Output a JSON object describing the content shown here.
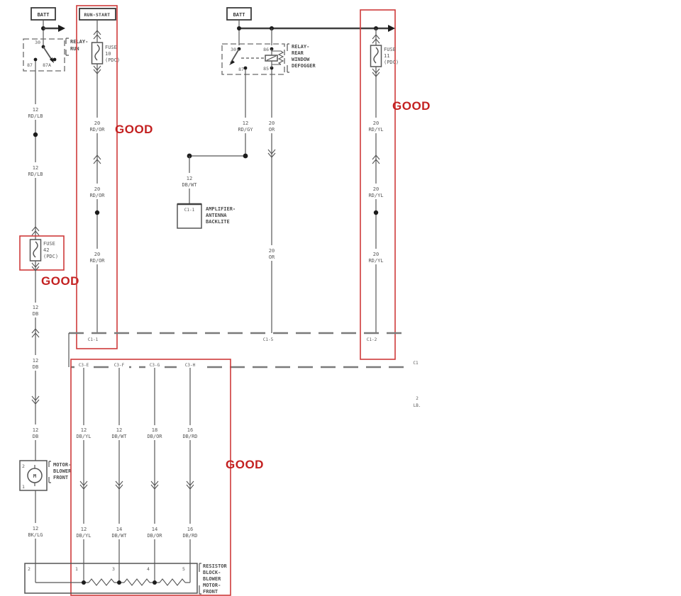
{
  "colors": {
    "annotation_red": "#c32020",
    "wire_gray": "#565656",
    "dashed_gray": "#7a7a7a"
  },
  "annotations": {
    "good": "GOOD"
  },
  "boxes": {
    "batt_left": "BATT",
    "batt_mid": "BATT",
    "run_start": "RUN-START"
  },
  "relay_run": {
    "name_l1": "RELAY-",
    "name_l2": "RUN",
    "t30": "30",
    "t87": "87",
    "t87a": "87A"
  },
  "relay_defog": {
    "name_l1": "RELAY-",
    "name_l2": "REAR",
    "name_l3": "WINDOW",
    "name_l4": "DEFOGGER",
    "t30": "30",
    "t86": "86",
    "t87": "87",
    "t85": "85"
  },
  "fuse_run_start": {
    "l1": "FUSE",
    "l2": "10",
    "l3": "(PDC)"
  },
  "fuse_left": {
    "l1": "FUSE",
    "l2": "42",
    "l3": "(PDC)"
  },
  "fuse_right": {
    "l1": "FUSE",
    "l2": "11",
    "l3": "(PDC)"
  },
  "amplifier": {
    "conn": "C1-1",
    "l1": "AMPLIFIER-",
    "l2": "ANTENNA",
    "l3": "BACKLITE"
  },
  "motor": {
    "p2": "2",
    "p1": "1",
    "l1": "MOTOR-",
    "l2": "BLOWER",
    "l3": "FRONT"
  },
  "resistor_block": {
    "p2": "2",
    "p1": "1",
    "p3": "3",
    "p4": "4",
    "p5": "5",
    "l1": "RESISTOR",
    "l2": "BLOCK-",
    "l3": "BLOWER",
    "l4": "MOTOR-",
    "l5": "FRONT"
  },
  "connectors": {
    "c1_1": "C1-1",
    "c1_5": "C1-5",
    "c1_2": "C1-2",
    "c1": "C1",
    "c3_e": "C3-E",
    "c3_f": "C3-F",
    "c3_g": "C3-G",
    "c3_h": "C3-H"
  },
  "edge_note": {
    "l1": "2",
    "l2": "LB."
  },
  "wires": {
    "left": [
      {
        "g": "12",
        "c": "RD/LB"
      },
      {
        "g": "12",
        "c": "RD/LB"
      },
      {
        "g": "12",
        "c": "DB"
      },
      {
        "g": "12",
        "c": "DB"
      },
      {
        "g": "12",
        "c": "DB"
      },
      {
        "g": "12",
        "c": "BK/LG"
      }
    ],
    "run_start": [
      {
        "g": "20",
        "c": "RD/OR"
      },
      {
        "g": "20",
        "c": "RD/OR"
      },
      {
        "g": "20",
        "c": "RD/OR"
      }
    ],
    "defog_feed": {
      "g": "12",
      "c": "RD/GY"
    },
    "amp": {
      "g": "12",
      "c": "DB/WT"
    },
    "orange": [
      {
        "g": "20",
        "c": "OR"
      },
      {
        "g": "20",
        "c": "OR"
      }
    ],
    "right": [
      {
        "g": "20",
        "c": "RD/YL"
      },
      {
        "g": "20",
        "c": "RD/YL"
      },
      {
        "g": "20",
        "c": "RD/YL"
      }
    ],
    "res_top": [
      {
        "g": "12",
        "c": "DB/YL"
      },
      {
        "g": "12",
        "c": "DB/WT"
      },
      {
        "g": "18",
        "c": "DB/OR"
      },
      {
        "g": "16",
        "c": "DB/RD"
      }
    ],
    "res_bottom": [
      {
        "g": "12",
        "c": "DB/YL"
      },
      {
        "g": "14",
        "c": "DB/WT"
      },
      {
        "g": "14",
        "c": "DB/OR"
      },
      {
        "g": "16",
        "c": "DB/RD"
      }
    ]
  }
}
